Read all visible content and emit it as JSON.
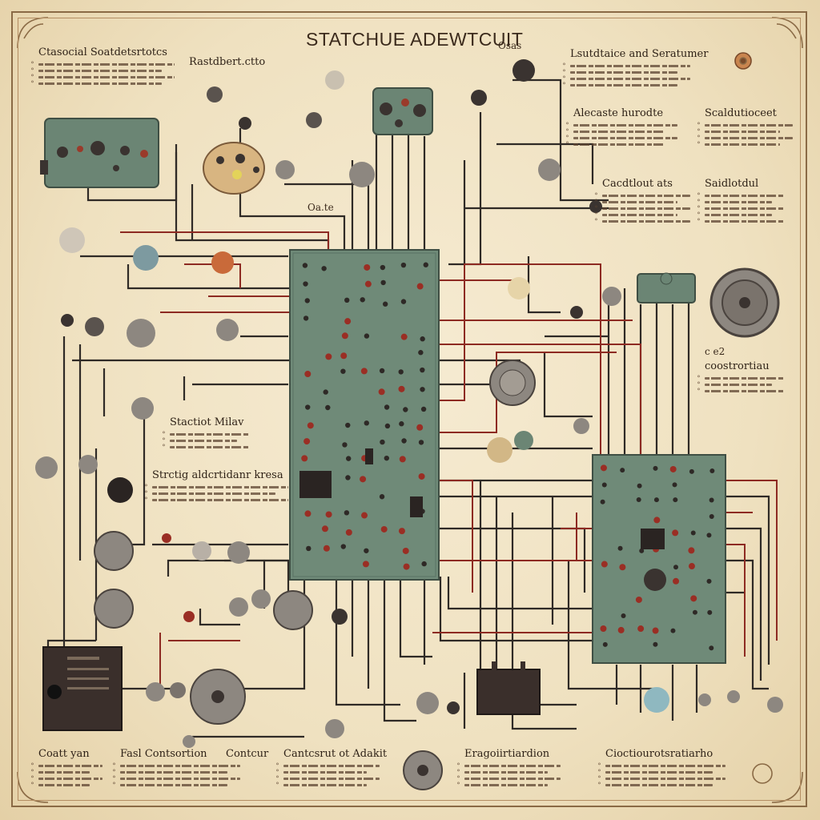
{
  "title": "STATCHUE ADEWTCUIT",
  "notes": [
    {
      "id": "tl",
      "heading": "Ctasocial Soatdetsrtotcs",
      "lines": 4
    },
    {
      "id": "tm",
      "heading": "Rastdbert.ctto",
      "lines": 0
    },
    {
      "id": "tr",
      "heading": "Lsutdtaice and Seratumer",
      "lines": 4
    },
    {
      "id": "r1",
      "heading": "Alecaste hurodte",
      "lines": 4
    },
    {
      "id": "r2",
      "heading": "Scaldutioceet",
      "lines": 4
    },
    {
      "id": "r3",
      "heading": "Cacdtlout ats",
      "lines": 5
    },
    {
      "id": "r4",
      "heading": "Saidlotdul",
      "lines": 5
    },
    {
      "id": "r5",
      "heading": "coostrortiau",
      "lines": 3
    },
    {
      "id": "m1",
      "heading": "Stactiot Milav",
      "lines": 3
    },
    {
      "id": "m2",
      "heading": "Strctig aldcrtidanr kresa",
      "lines": 3
    },
    {
      "id": "b1",
      "heading": "Coatt yan",
      "lines": 4
    },
    {
      "id": "b2",
      "heading": "Fasl Contsortion",
      "lines": 4
    },
    {
      "id": "b3",
      "heading": "Contcur",
      "lines": 0
    },
    {
      "id": "b4",
      "heading": "Cantcsrut ot Adakit",
      "lines": 4
    },
    {
      "id": "b5",
      "heading": "Eragoiirtiardion",
      "lines": 4
    },
    {
      "id": "b6",
      "heading": "Cioctiourotsratiarho",
      "lines": 4
    }
  ],
  "small_labels": [
    "Osas",
    "c e2",
    "Oa.te"
  ]
}
